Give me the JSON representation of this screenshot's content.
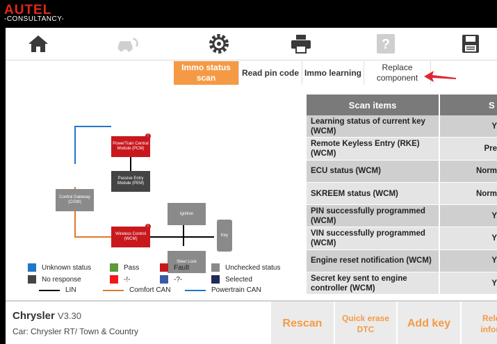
{
  "brand": {
    "name": "AUTEL",
    "subtitle": "-CONSULTANCY-"
  },
  "toolbar": {
    "icons": [
      "home-icon",
      "vehicle-swap-icon",
      "gear-icon",
      "printer-icon",
      "help-icon",
      "save-icon"
    ]
  },
  "subtabs": [
    {
      "label": "Immo status scan",
      "active": true
    },
    {
      "label": "Read pin code",
      "active": false
    },
    {
      "label": "Immo learning",
      "active": false
    },
    {
      "label": "Replace component",
      "active": false
    }
  ],
  "diagram": {
    "pcm": "PowerTrain Central Module (PCM)",
    "pem": "Passive Entry Module (PEM)",
    "cgw": "Control Gateway (CGW)",
    "wcm": "Wireless Control (WCM)",
    "ignition": "Ignition",
    "steer_lock": "Steer Lock",
    "key": "Key",
    "fault_mark": "!"
  },
  "legend": {
    "unknown": "Unknown status",
    "pass": "Pass",
    "fault": "Fault",
    "unchecked": "Unchecked status",
    "no_response": "No response",
    "red_state": "-!-",
    "blue_state": "-?-",
    "selected": "Selected",
    "lin": "LIN",
    "comfort_can": "Comfort CAN",
    "powertrain_can": "Powertrain CAN",
    "colors": {
      "unknown": "#1f77c8",
      "pass": "#5a9a3c",
      "fault": "#c8181e",
      "unchecked": "#8a8a8a",
      "no_response": "#444444",
      "red_state": "#f01818",
      "blue_state": "#3a5aa8",
      "selected": "#1e2a5a",
      "lin": "#000000",
      "comfort_can": "#e07a2a",
      "powertrain_can": "#1f77c8"
    }
  },
  "scan_table": {
    "header_items": "Scan items",
    "header_status": "S",
    "rows": [
      {
        "item": "Learning status of current key (WCM)",
        "status": "Y"
      },
      {
        "item": "Remote Keyless Entry (RKE) (WCM)",
        "status": "Pre"
      },
      {
        "item": "ECU status (WCM)",
        "status": "Norm"
      },
      {
        "item": "SKREEM status (WCM)",
        "status": "Norm"
      },
      {
        "item": "PIN successfully programmed (WCM)",
        "status": "Y"
      },
      {
        "item": "VIN successfully programmed (WCM)",
        "status": "Y"
      },
      {
        "item": "Engine reset notification (WCM)",
        "status": "Y"
      },
      {
        "item": "Secret key sent to engine controller (WCM)",
        "status": "Y"
      }
    ]
  },
  "vehicle": {
    "brand": "Chrysler",
    "version": "V3.30",
    "car": "Car: Chrysler RT/ Town & Country"
  },
  "actions": {
    "rescan": "Rescan",
    "quick_erase": "Quick erase DTC",
    "add_key": "Add key",
    "relevant": "Relev inform"
  },
  "colors": {
    "accent": "#f49a45",
    "fault_red": "#c8181e",
    "gray_node": "#8a8a8a",
    "dark_node": "#444444"
  }
}
